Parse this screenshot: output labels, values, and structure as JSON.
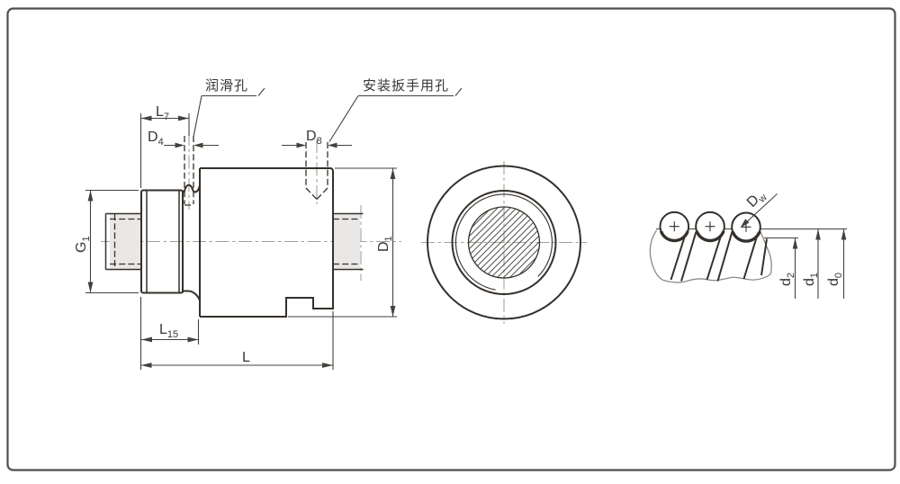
{
  "drawing": {
    "callouts": {
      "lubrication_hole": "润滑孔",
      "wrench_hole": "安装扳手用孔"
    },
    "side_view_dims": {
      "l7": {
        "main": "L",
        "sub": "7"
      },
      "d4": {
        "main": "D",
        "sub": "4"
      },
      "d8": {
        "main": "D",
        "sub": "8"
      },
      "g1": {
        "main": "G",
        "sub": "1"
      },
      "d1": {
        "main": "D",
        "sub": "1"
      },
      "l15": {
        "main": "L",
        "sub": "15"
      },
      "l": {
        "main": "L",
        "sub": ""
      }
    },
    "detail_view_dims": {
      "dw": {
        "main": "D",
        "sub": "w"
      },
      "d2": {
        "main": "d",
        "sub": "2"
      },
      "d1": {
        "main": "d",
        "sub": "1"
      },
      "d0": {
        "main": "d",
        "sub": "0"
      }
    },
    "colors": {
      "line": "#35302b",
      "thin_line": "#45403c",
      "centerline": "#a3a19e",
      "shaft_fill": "#e9e8e6",
      "hatch": "#55504b",
      "break_line": "#8f8a85",
      "border": "#4f4f4f",
      "text": "#3a3734"
    }
  }
}
